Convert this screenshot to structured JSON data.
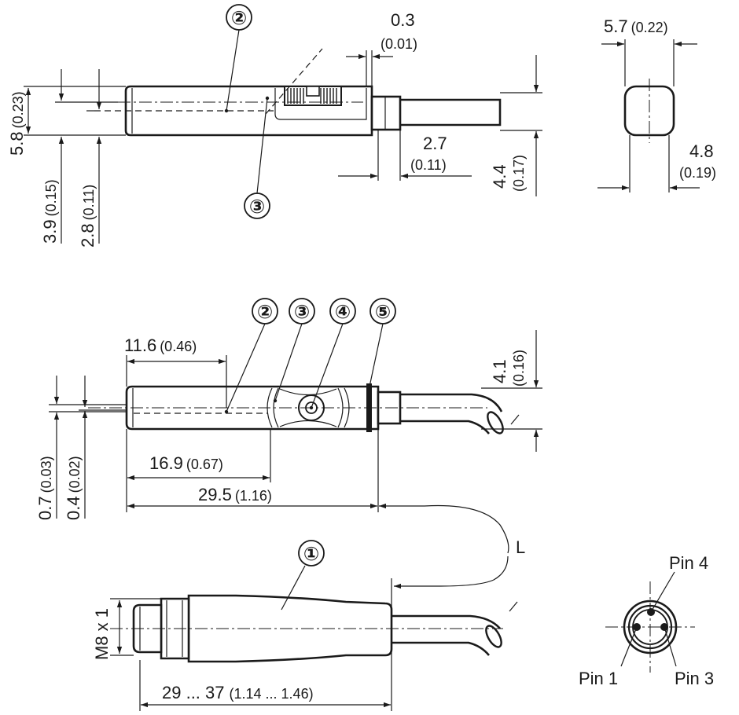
{
  "side_view": {
    "callout_2": "②",
    "callout_3": "③",
    "dim_0_3": "0.3",
    "dim_0_3_in": "(0.01)",
    "dim_5_8": "5.8",
    "dim_5_8_in": "(0.23)",
    "dim_3_9": "3.9",
    "dim_3_9_in": "(0.15)",
    "dim_2_8": "2.8",
    "dim_2_8_in": "(0.11)",
    "dim_2_7": "2.7",
    "dim_2_7_in": "(0.11)",
    "dim_4_4": "4.4",
    "dim_4_4_in": "(0.17)"
  },
  "end_view": {
    "dim_5_7": "5.7",
    "dim_5_7_in": "(0.22)",
    "dim_4_8": "4.8",
    "dim_4_8_in": "(0.19)"
  },
  "top_view": {
    "callout_2": "②",
    "callout_3": "③",
    "callout_4": "④",
    "callout_5": "⑤",
    "dim_11_6": "11.6",
    "dim_11_6_in": "(0.46)",
    "dim_4_1": "4.1",
    "dim_4_1_in": "(0.16)",
    "dim_0_7": "0.7",
    "dim_0_7_in": "(0.03)",
    "dim_0_4": "0.4",
    "dim_0_4_in": "(0.02)",
    "dim_16_9": "16.9",
    "dim_16_9_in": "(0.67)",
    "dim_29_5": "29.5",
    "dim_29_5_in": "(1.16)",
    "label_L": "L"
  },
  "connector": {
    "callout_1": "①",
    "thread": "M8 x 1",
    "dim_length": "29 ... 37",
    "dim_length_in": "(1.14 ... 1.46)"
  },
  "pinout": {
    "pin_4": "Pin 4",
    "pin_1": "Pin 1",
    "pin_3": "Pin 3"
  }
}
